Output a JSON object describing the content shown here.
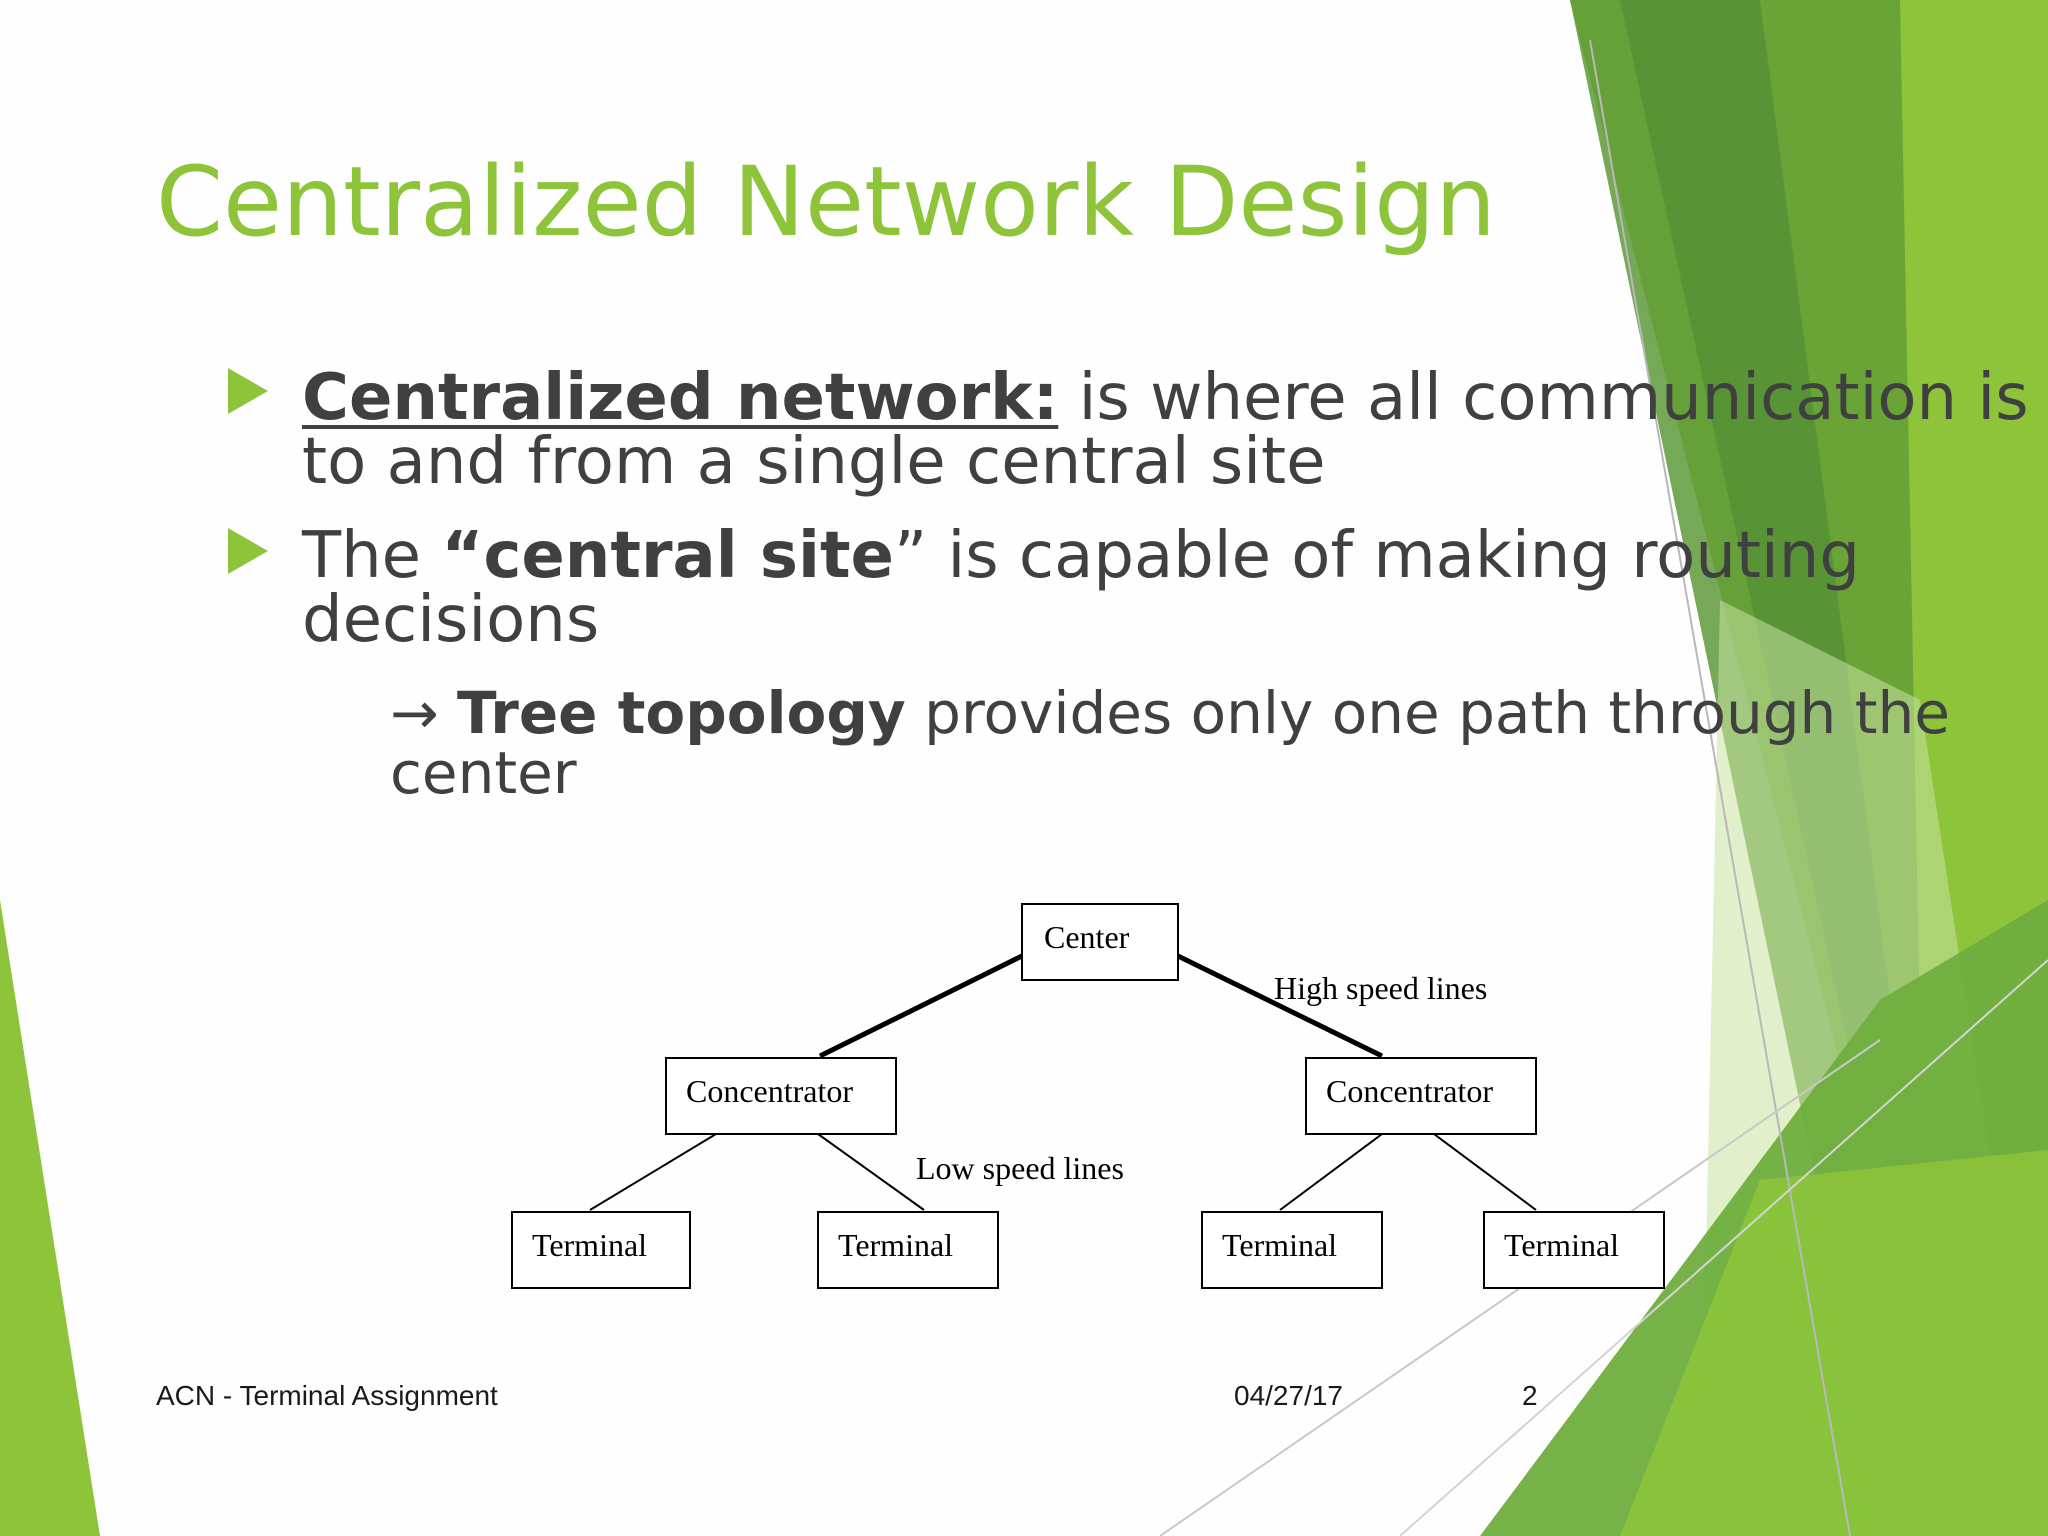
{
  "slide": {
    "title": "Centralized Network Design",
    "bullets": [
      {
        "term": "Centralized network:",
        "line1_rest": " is where all communication is",
        "line2": "to and from a single central site"
      },
      {
        "lead": "The ",
        "open_quote": "“",
        "term": "central site",
        "close_quote": "”",
        "line1_rest": " is capable of making routing",
        "line2": "decisions"
      }
    ],
    "sub_point": {
      "arrow": "→",
      "term": "Tree topology",
      "line1_rest": " provides only one path through the",
      "line2": "center"
    }
  },
  "diagram": {
    "center_label": "Center",
    "concentrator_left": "Concentrator",
    "concentrator_right": "Concentrator",
    "terminal_1": "Terminal",
    "terminal_2": "Terminal",
    "terminal_3": "Terminal",
    "terminal_4": "Terminal",
    "high_speed_label": "High speed lines",
    "low_speed_label": "Low speed lines"
  },
  "footer": {
    "left": "ACN - Terminal Assignment",
    "date": "04/27/17",
    "page": "2"
  },
  "colors": {
    "title_green": "#8dc43a",
    "bullet_green": "#8dc43a",
    "text_gray": "#404040",
    "deco_dark_green": "#5e9a3a",
    "deco_light_green": "#8dc43a"
  }
}
